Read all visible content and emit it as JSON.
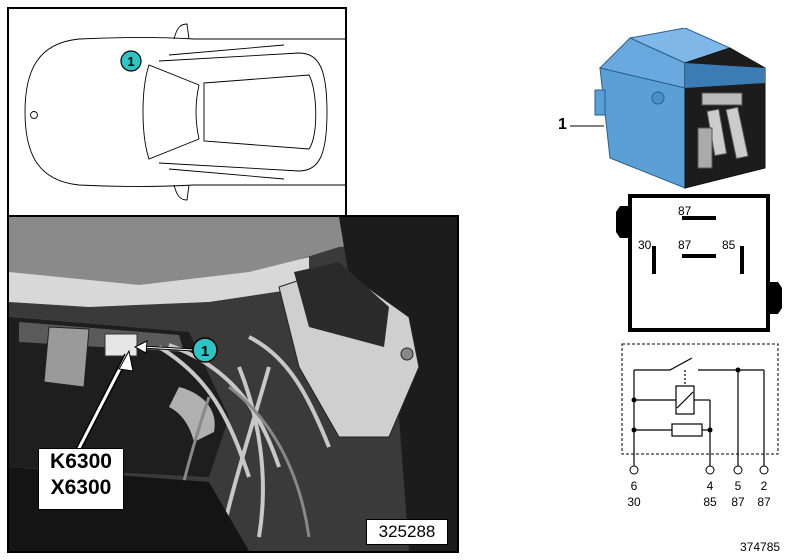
{
  "callouts": {
    "car_marker": "1",
    "photo_marker": "1",
    "part_number": "1"
  },
  "labels": {
    "component_ids": [
      "K6300",
      "X6300"
    ],
    "photo_id": "325288",
    "doc_id": "374785"
  },
  "relay_pins": {
    "top": "87",
    "middle": "87",
    "left": "30",
    "right": "85"
  },
  "schematic_pins": [
    {
      "num": "6",
      "term": "30"
    },
    {
      "num": "4",
      "term": "85"
    },
    {
      "num": "5",
      "term": "87"
    },
    {
      "num": "2",
      "term": "87"
    }
  ],
  "colors": {
    "callout_fill": "#2ec4c4",
    "relay_blue": "#5a9fd6"
  }
}
